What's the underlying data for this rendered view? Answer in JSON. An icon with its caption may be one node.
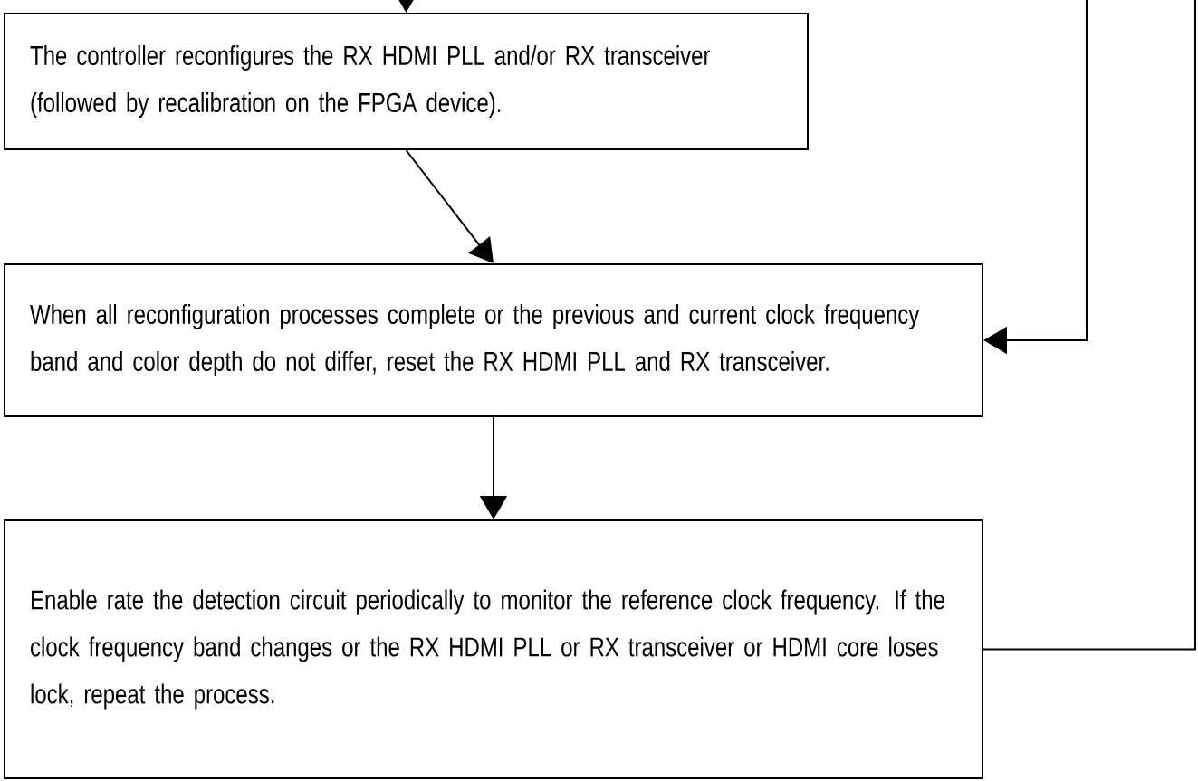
{
  "diagram": {
    "nodes": [
      {
        "text": [
          "The controller reconfigures the RX HDMI PLL and/or RX transceiver (followed by recalibration on the FPGA device)."
        ]
      },
      {
        "text": [
          "When all reconfiguration processes complete or the previous and current clock frequency band and color depth do not differ, reset the RX HDMI PLL and RX transceiver."
        ]
      },
      {
        "text": [
          "Enable rate the detection circuit periodically to monitor the reference clock frequency. If the clock frequency band changes or the RX HDMI PLL or RX transceiver or HDMI core loses lock, repeat the process."
        ]
      }
    ],
    "edges": [
      {
        "from": null,
        "to": 0,
        "arrow": "to"
      },
      {
        "from": 0,
        "to": 1,
        "arrow": "to"
      },
      {
        "from": 1,
        "to": 2,
        "arrow": "to"
      },
      {
        "from": null,
        "to": 1,
        "arrow": "to"
      },
      {
        "from": 2,
        "to": null,
        "arrow": "none"
      }
    ]
  }
}
